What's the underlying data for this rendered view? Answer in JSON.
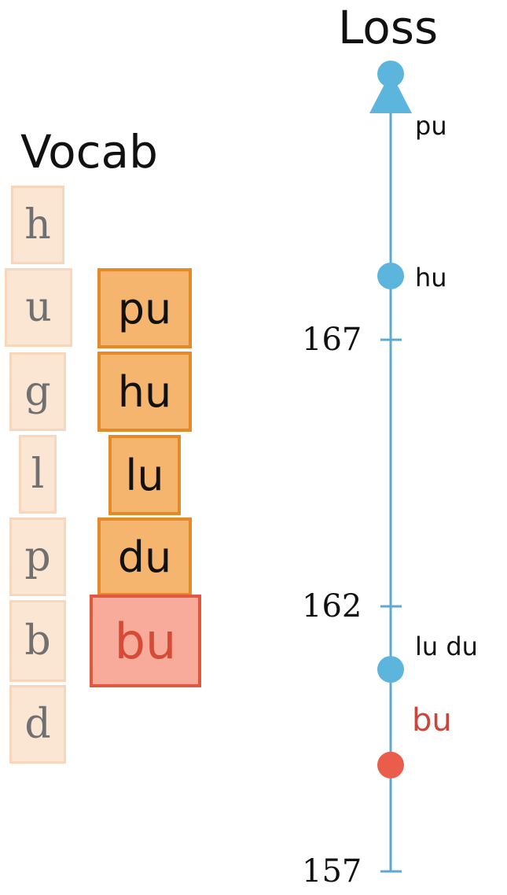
{
  "vocab": {
    "title": "Vocab",
    "chars": [
      "h",
      "u",
      "g",
      "l",
      "p",
      "b",
      "d"
    ],
    "merges": [
      "pu",
      "hu",
      "lu",
      "du",
      "bu"
    ],
    "best_merge": "bu"
  },
  "loss_axis": {
    "title": "Loss",
    "ticks": [
      "167",
      "162",
      "157"
    ],
    "points": [
      {
        "label": "pu",
        "loss": 172.0,
        "color": "#5bb5dc"
      },
      {
        "label": "hu",
        "loss": 168.2,
        "color": "#5bb5dc"
      },
      {
        "label": "lu du",
        "loss": 160.8,
        "color": "#5bb5dc"
      },
      {
        "label": "bu",
        "loss": 159.0,
        "color": "#ea5d4b"
      }
    ],
    "axis_color": "#5fa8cf"
  }
}
